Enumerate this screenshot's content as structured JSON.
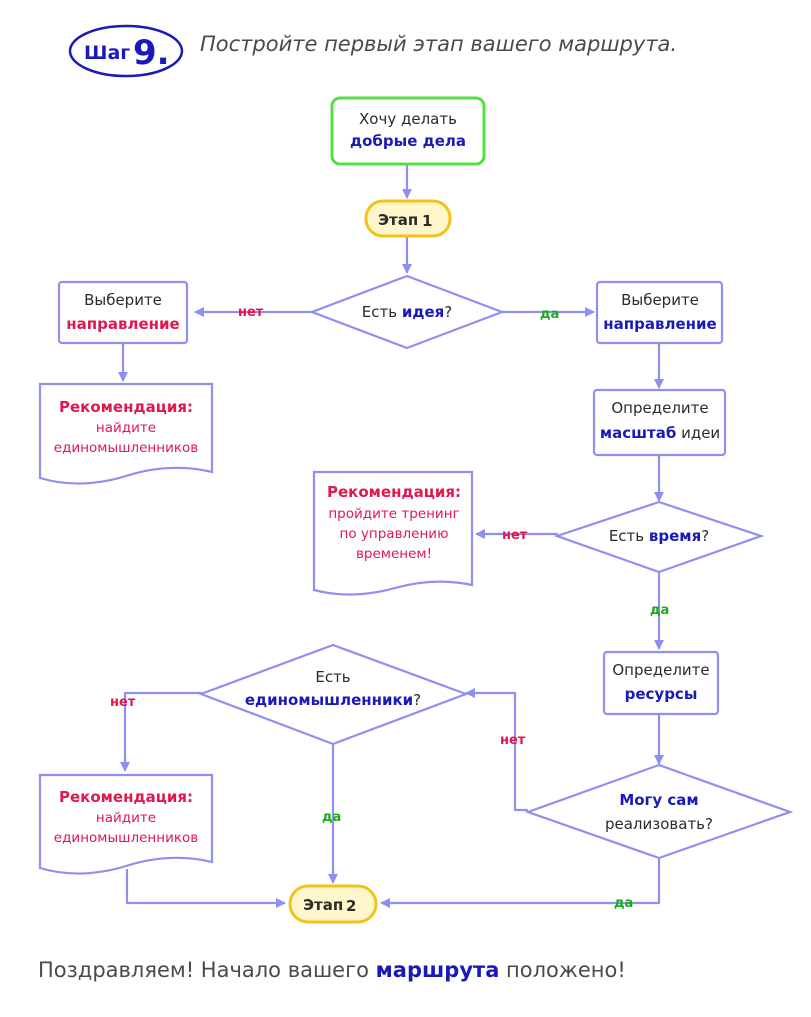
{
  "header": {
    "step_word": "Шаг",
    "step_number": "9.",
    "instruction": "Постройте первый этап вашего маршрута."
  },
  "nodes": {
    "start": {
      "line1": "Хочу делать",
      "line2": "добрые дела"
    },
    "stage1": {
      "word": "Этап",
      "num": "1"
    },
    "idea_q": {
      "pre": "Есть ",
      "key": "идея",
      "post": "?"
    },
    "left_dir": {
      "line1": "Выберите",
      "line2": "направление"
    },
    "rec1": {
      "title": "Рекомендация:",
      "line1": "найдите",
      "line2": "единомышленников"
    },
    "right_dir": {
      "line1": "Выберите",
      "line2": "направление"
    },
    "scale": {
      "line1": "Определите",
      "key": "масштаб",
      "post": " идеи"
    },
    "time_q": {
      "pre": "Есть ",
      "key": "время",
      "post": "?"
    },
    "rec2": {
      "title": "Рекомендация:",
      "line1": "пройдите тренинг",
      "line2": "по управлению",
      "line3": "временем!"
    },
    "resources": {
      "line1": "Определите",
      "line2": "ресурсы"
    },
    "likeminded_q": {
      "line1": "Есть",
      "key": "единомышленники",
      "post": "?"
    },
    "self_q": {
      "line1": "Могу сам",
      "line2": "реализовать?"
    },
    "rec3": {
      "title": "Рекомендация:",
      "line1": "найдите",
      "line2": "единомышленников"
    },
    "stage2": {
      "word": "Этап",
      "num": "2"
    }
  },
  "edge_labels": {
    "idea_no": "нет",
    "idea_yes": "да",
    "time_no": "нет",
    "time_yes": "да",
    "likeminded_no": "нет",
    "likeminded_yes": "да",
    "self_no": "нет",
    "self_yes": "да"
  },
  "footer": {
    "pre": "Поздравляем! Начало вашего ",
    "key": "маршрута",
    "post": " положено!"
  },
  "colors": {
    "line": "#8f8ff0",
    "start_border": "#55dd44",
    "stage_border": "#f2c21a",
    "stage_fill": "#fff6cc",
    "key_blue": "#1a1ab8",
    "rec_red": "#e0184f",
    "yes_green": "#1aaa1a",
    "no_red": "#e0184f"
  }
}
